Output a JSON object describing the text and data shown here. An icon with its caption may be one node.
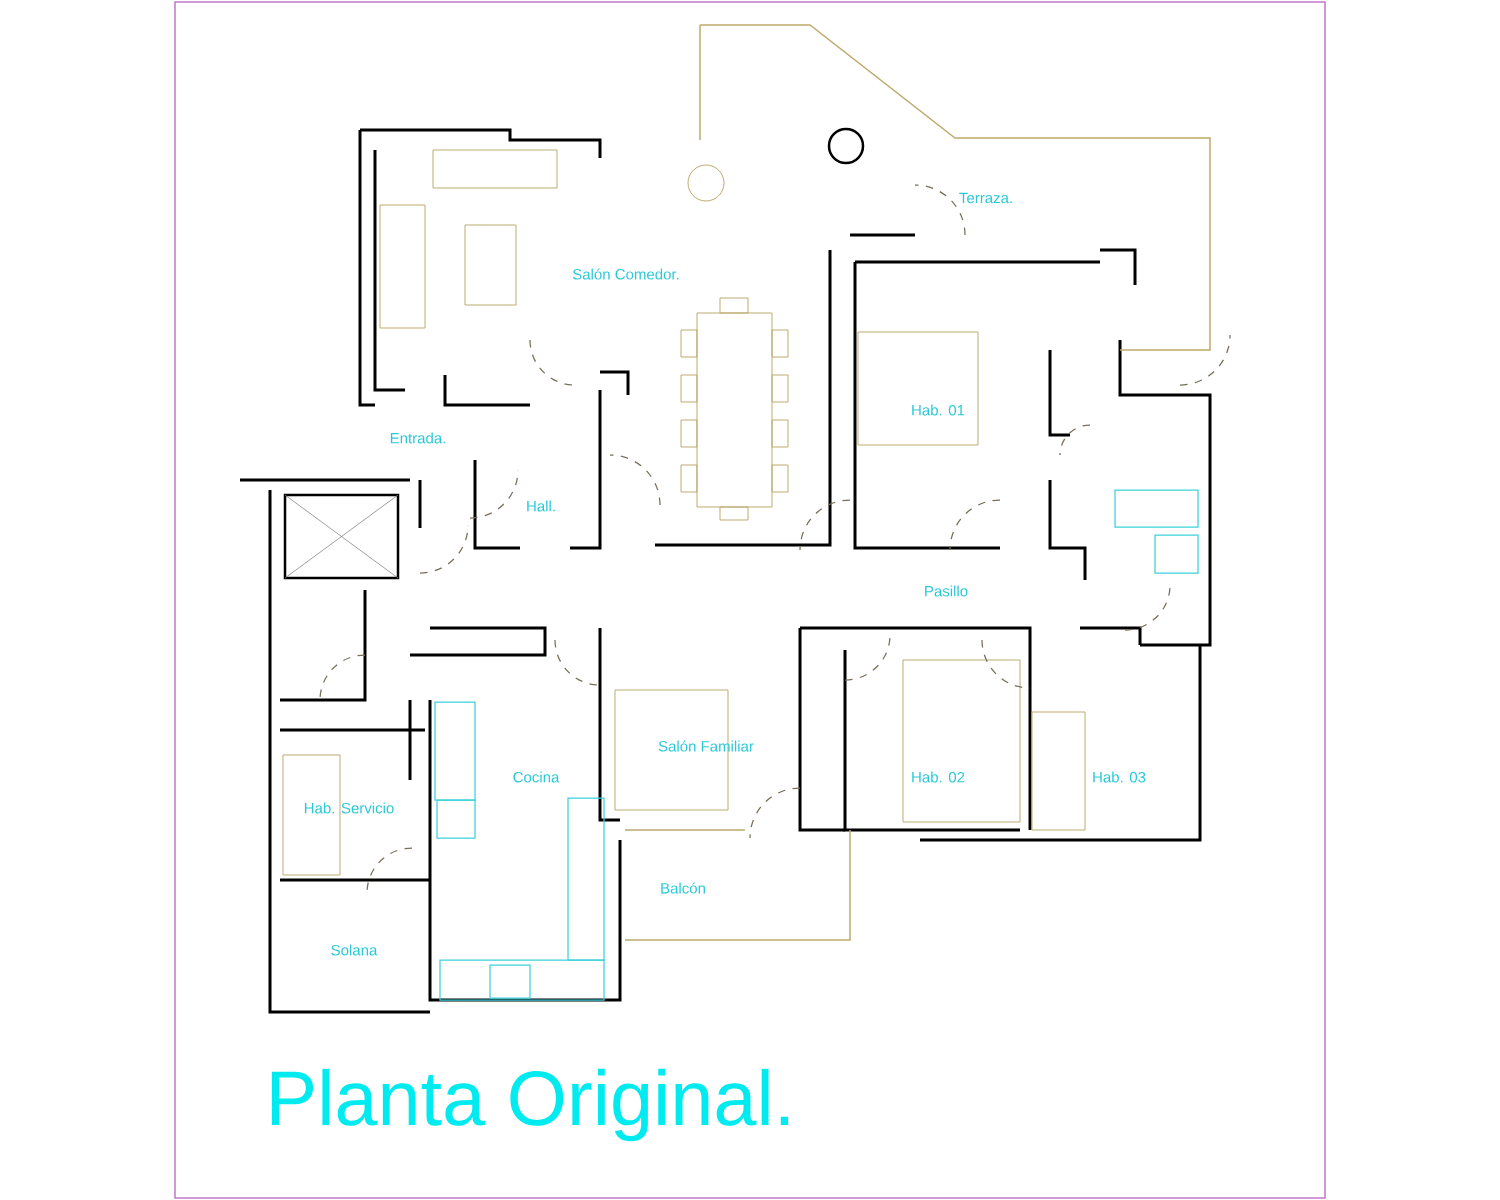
{
  "diagram": {
    "title": "Planta Original.",
    "labels": [
      "Terraza.",
      "Salón Comedor.",
      "Hab. 01",
      "Entrada.",
      "Hall.",
      "Pasillo",
      "Salón Familiar",
      "Cocina",
      "Hab. 02",
      "Hab. 03",
      "Hab. Servicio",
      "Balcón",
      "Solana"
    ]
  }
}
